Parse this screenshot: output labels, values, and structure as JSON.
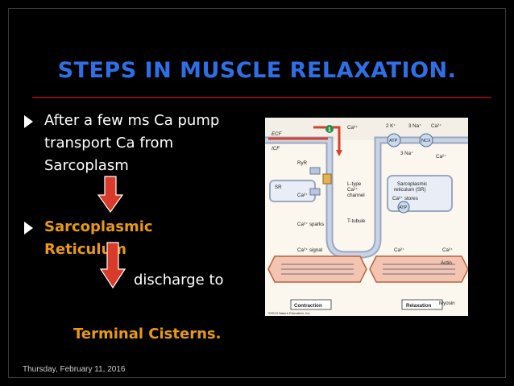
{
  "slide": {
    "title": "STEPS IN MUSCLE RELAXATION.",
    "bullet1": {
      "line1": "After a few ms Ca pump",
      "line2": "transport Ca from",
      "line3": "Sarcoplasm"
    },
    "bullet2": {
      "line1": "Sarcoplasmic",
      "line2": "Reticulum"
    },
    "discharge": "discharge to",
    "terminal": "Terminal Cisterns.",
    "date": "Thursday, February 11, 2016"
  },
  "colors": {
    "title": "#2f6fe6",
    "accent": "#e89a16",
    "arrow": "#d93a2a"
  },
  "diagram": {
    "ecf": "ECF",
    "icf": "ICF",
    "step": "1",
    "ca1": "Ca²⁺",
    "k": "2 K⁺",
    "na3": "3 Na⁺",
    "ca2": "Ca²⁺",
    "atp1": "ATP",
    "ncx": "NCX",
    "na3b": "3 Na⁺",
    "ca3": "Ca²⁺",
    "ryr": "RyR",
    "sr": "SR",
    "ca4": "Ca²⁺",
    "ltype": "L-type",
    "ca5": "Ca²⁺",
    "channel": "channel",
    "sr_box1": "Sarcoplasmic",
    "sr_box2": "reticulum (SR)",
    "ca_stores": "Ca²⁺ stores",
    "atp2": "ATP",
    "sparks": "Ca²⁺ sparks",
    "ttubule": "T-tubule",
    "signal": "Ca²⁺ signal",
    "ca6": "Ca²⁺",
    "ca7": "Ca²⁺",
    "actin": "Actin",
    "myosin": "Myosin",
    "contraction": "Contraction",
    "relaxation": "Relaxation",
    "copyright": "©2013 Nature Education, Inc."
  }
}
